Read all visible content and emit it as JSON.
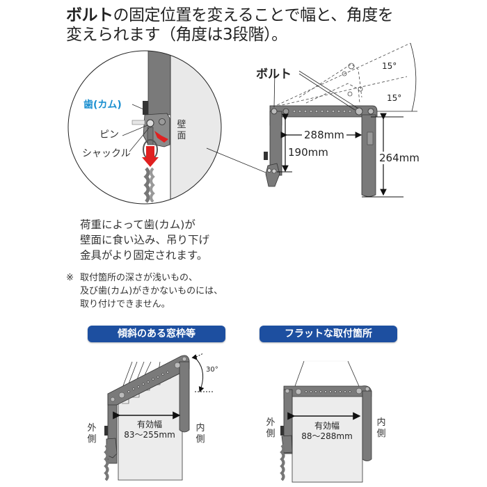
{
  "title": {
    "bold_part": "ボルト",
    "line1_rest": "の固定位置を変えることで幅と、角度を",
    "line2": "変えられます（角度は3段階）。"
  },
  "detail_circle": {
    "labels": {
      "cam": "歯(カム)",
      "pin": "ピン",
      "shackle": "シャックル",
      "wall": "壁面"
    },
    "colors": {
      "cam_label": "#1a8fd0",
      "arrow": "#e02020",
      "metal": "#7a7a7a",
      "wall": "#e8e8e8"
    }
  },
  "bracket_diagram": {
    "bolt_label": "ボルト",
    "angle_1": "15°",
    "angle_2": "15°",
    "width": "288mm",
    "left_height": "190mm",
    "right_height": "264mm"
  },
  "description": {
    "lines": [
      "荷重によって歯(カム)が",
      "壁面に食い込み、吊り下げ",
      "金具がより固定されます。"
    ]
  },
  "note": {
    "mark": "※",
    "lines": [
      "取付箇所の深さが浅いもの、",
      "及び歯(カム)がきかないものには、",
      "取り付けできません。"
    ]
  },
  "examples": [
    {
      "label": "傾斜のある窓枠等",
      "angle": "30°",
      "outer": "外側",
      "inner": "内側",
      "effective_label": "有効幅",
      "effective_range": "83～255mm"
    },
    {
      "label": "フラットな取付箇所",
      "outer": "外側",
      "inner": "内側",
      "effective_label": "有効幅",
      "effective_range": "88～288mm"
    }
  ],
  "colors": {
    "pill_bg": "#1d4fa0",
    "pill_text": "#ffffff",
    "metal": "#7a7a7a",
    "text": "#222222"
  }
}
